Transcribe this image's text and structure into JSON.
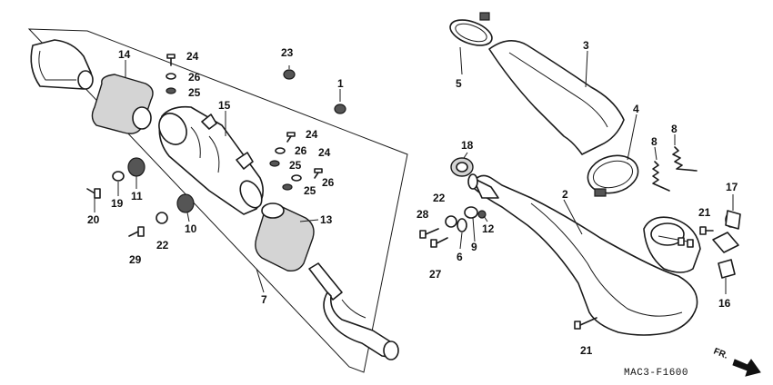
{
  "callouts": {
    "c1": "1",
    "c2": "2",
    "c3": "3",
    "c4": "4",
    "c5": "5",
    "c6": "6",
    "c7": "7",
    "c8a": "8",
    "c8b": "8",
    "c9": "9",
    "c10": "10",
    "c11": "11",
    "c12": "12",
    "c13": "13",
    "c14": "14",
    "c15": "15",
    "c16": "16",
    "c17": "17",
    "c18": "18",
    "c19": "19",
    "c20": "20",
    "c21a": "21",
    "c21b": "21",
    "c22a": "22",
    "c22b": "22",
    "c23": "23",
    "c24a": "24",
    "c24b": "24",
    "c24c": "24",
    "c25a": "25",
    "c25b": "25",
    "c25c": "25",
    "c26a": "26",
    "c26b": "26",
    "c26c": "26",
    "c27": "27",
    "c28": "28",
    "c29": "29"
  },
  "reference_code": "MAC3-F1600",
  "direction_label": "FR."
}
